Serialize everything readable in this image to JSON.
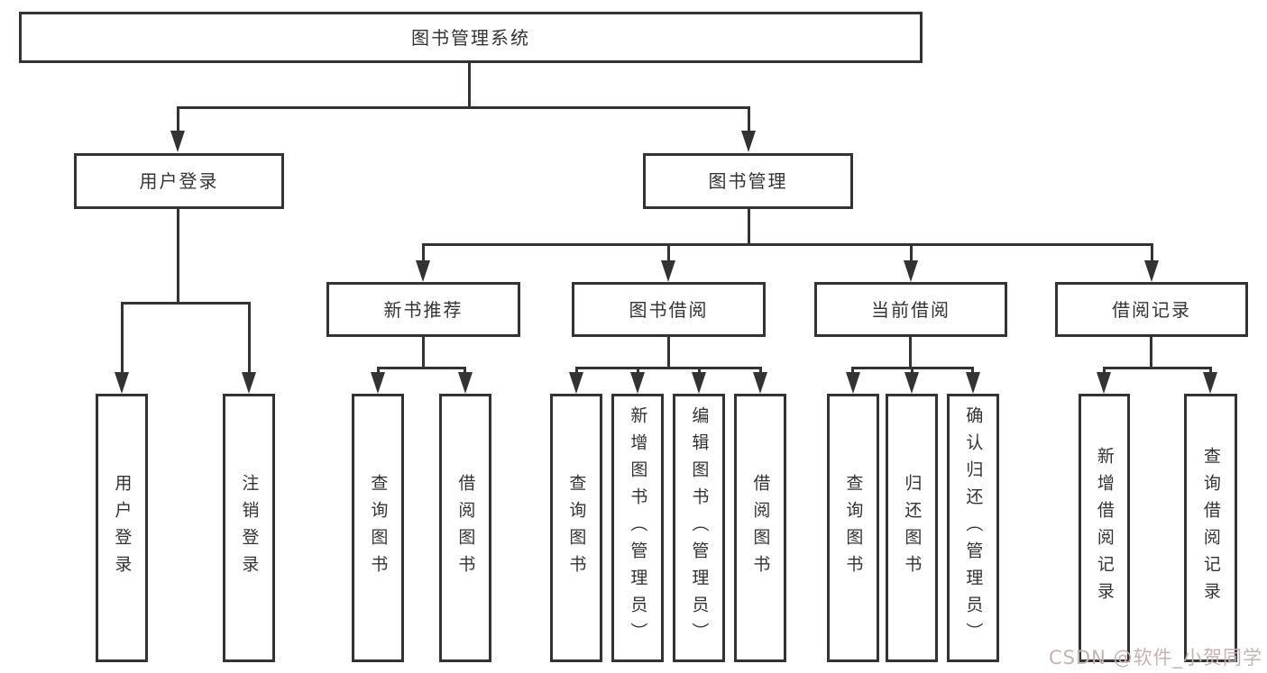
{
  "tree": {
    "root": "图书管理系统",
    "children": [
      {
        "label": "用户登录",
        "children": [
          {
            "label": "用户登录"
          },
          {
            "label": "注销登录"
          }
        ]
      },
      {
        "label": "图书管理",
        "children": [
          {
            "label": "新书推荐",
            "children": [
              {
                "label": "查询图书"
              },
              {
                "label": "借阅图书"
              }
            ]
          },
          {
            "label": "图书借阅",
            "children": [
              {
                "label": "查询图书"
              },
              {
                "label": "新增图书（管理员）"
              },
              {
                "label": "编辑图书（管理员）"
              },
              {
                "label": "借阅图书"
              }
            ]
          },
          {
            "label": "当前借阅",
            "children": [
              {
                "label": "查询图书"
              },
              {
                "label": "归还图书"
              },
              {
                "label": "确认归还（管理员）"
              }
            ]
          },
          {
            "label": "借阅记录",
            "children": [
              {
                "label": "新增借阅记录"
              },
              {
                "label": "查询借阅记录"
              }
            ]
          }
        ]
      }
    ]
  },
  "watermark": {
    "text": "CSDN @软件_小贺同学"
  },
  "colors": {
    "line": "#333333",
    "box_border": "#333333",
    "box_fill": "#ffffff",
    "text": "#333333",
    "watermark": "#c7b2b2",
    "background": "#ffffff"
  }
}
